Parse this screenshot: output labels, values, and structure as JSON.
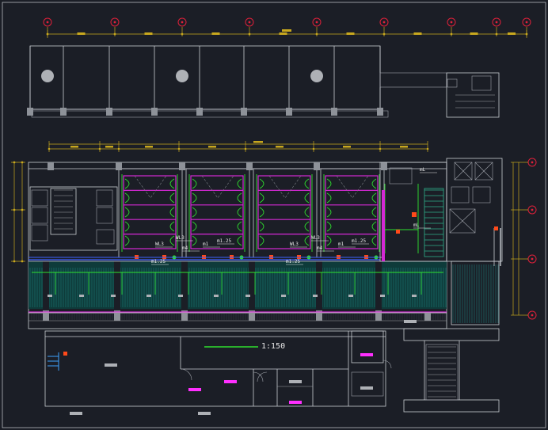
{
  "drawing": {
    "background": "#1b1e26",
    "scale_label": "1:150",
    "grid_bubbles_top": [
      "",
      "",
      "",
      "",
      "",
      "",
      "",
      "",
      "",
      ""
    ],
    "grid_bubbles_right": [
      "",
      "",
      "",
      "",
      ""
    ],
    "callouts": [
      "WL3",
      "WL3",
      "m4",
      "m1",
      "m1.25",
      "m1.25",
      "WL3",
      "WL3",
      "m4",
      "m1",
      "m1.25",
      "m1.25",
      "mL",
      "mL"
    ],
    "colors": {
      "lines": "#c9ccd2",
      "dimension": "#c8a81e",
      "grid_bubble": "#e0203a",
      "equipment": "#d428d4",
      "piping": "#2fe02f",
      "tags": "#ff2fff",
      "terminal": "#ff4a1a"
    }
  }
}
